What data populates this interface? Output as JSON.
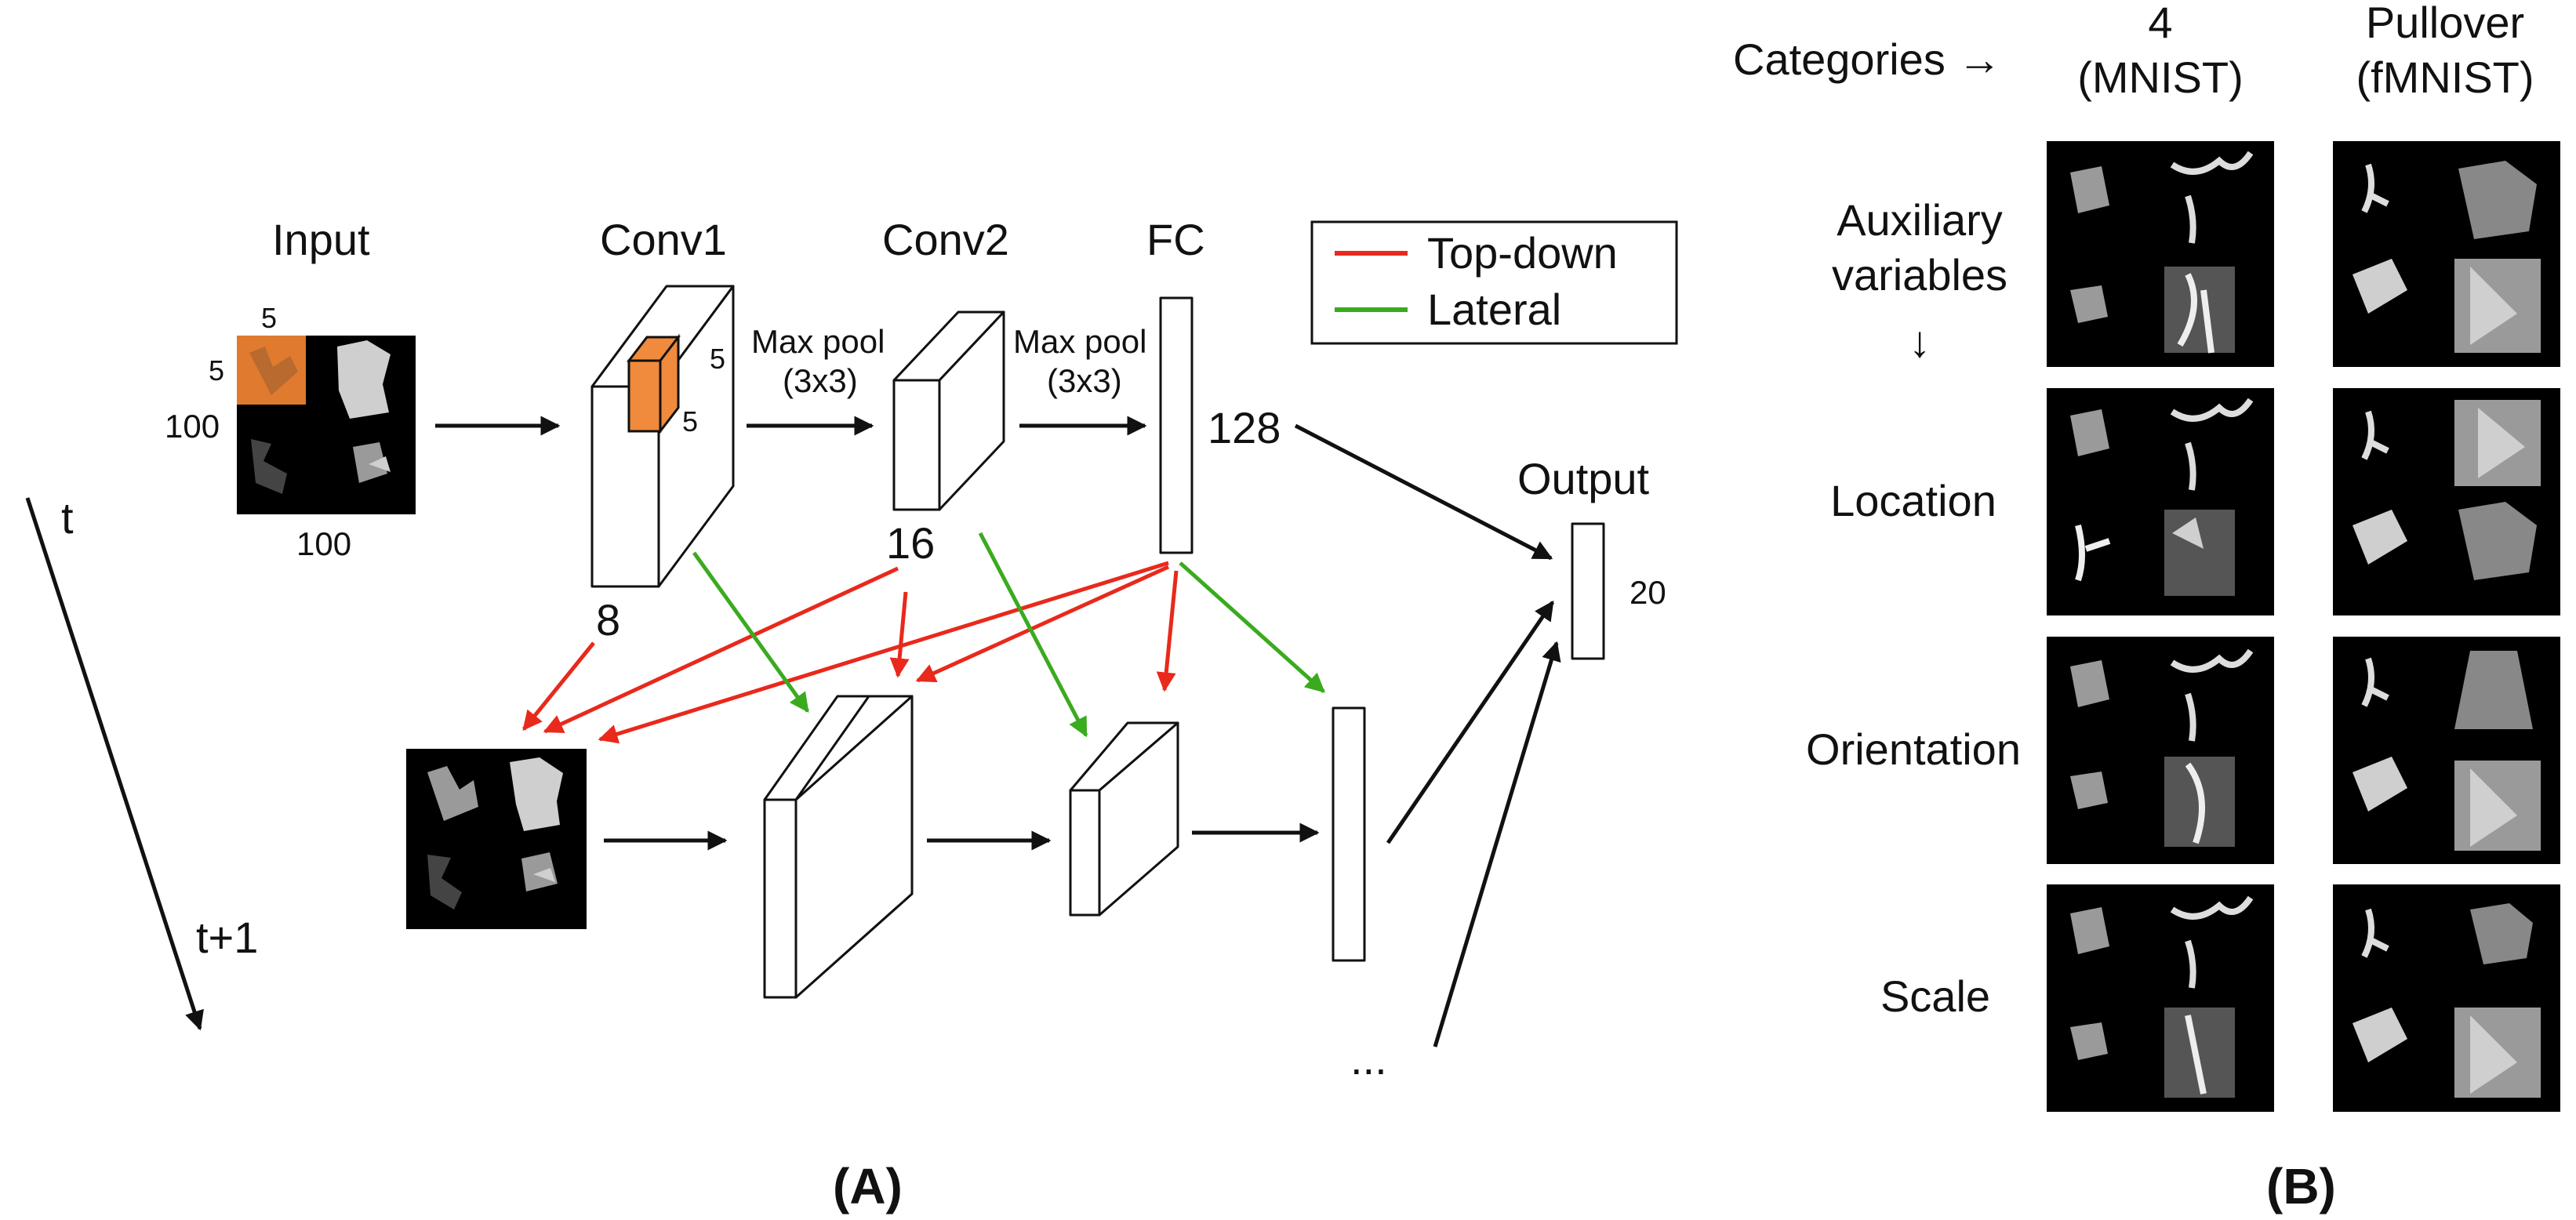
{
  "panel_a": {
    "label": "(A)",
    "input_title": "Input",
    "conv1_title": "Conv1",
    "conv2_title": "Conv2",
    "fc_title": "FC",
    "output_title": "Output",
    "patch_w": "5",
    "patch_h": "5",
    "img_h": "100",
    "img_w": "100",
    "kernel_w": "5",
    "kernel_h": "5",
    "pool1_a": "Max pool",
    "pool1_b": "(3x3)",
    "pool2_a": "Max pool",
    "pool2_b": "(3x3)",
    "conv1_size": "8",
    "conv2_size": "16",
    "fc_size": "128",
    "output_size": "20",
    "time_t": "t",
    "time_t1": "t+1",
    "ellipsis": "...",
    "legend": {
      "top_down": "Top-down",
      "lateral": "Lateral",
      "top_down_color": "#e8291c",
      "lateral_color": "#3aab1e"
    }
  },
  "panel_b": {
    "label": "(B)",
    "categories": "Categories →",
    "col1_a": "4",
    "col1_b": "(MNIST)",
    "col2_a": "Pullover",
    "col2_b": "(fMNIST)",
    "aux_a": "Auxiliary",
    "aux_b": "variables",
    "aux_arrow": "↓",
    "rows": [
      "Location",
      "Orientation",
      "Scale"
    ]
  }
}
